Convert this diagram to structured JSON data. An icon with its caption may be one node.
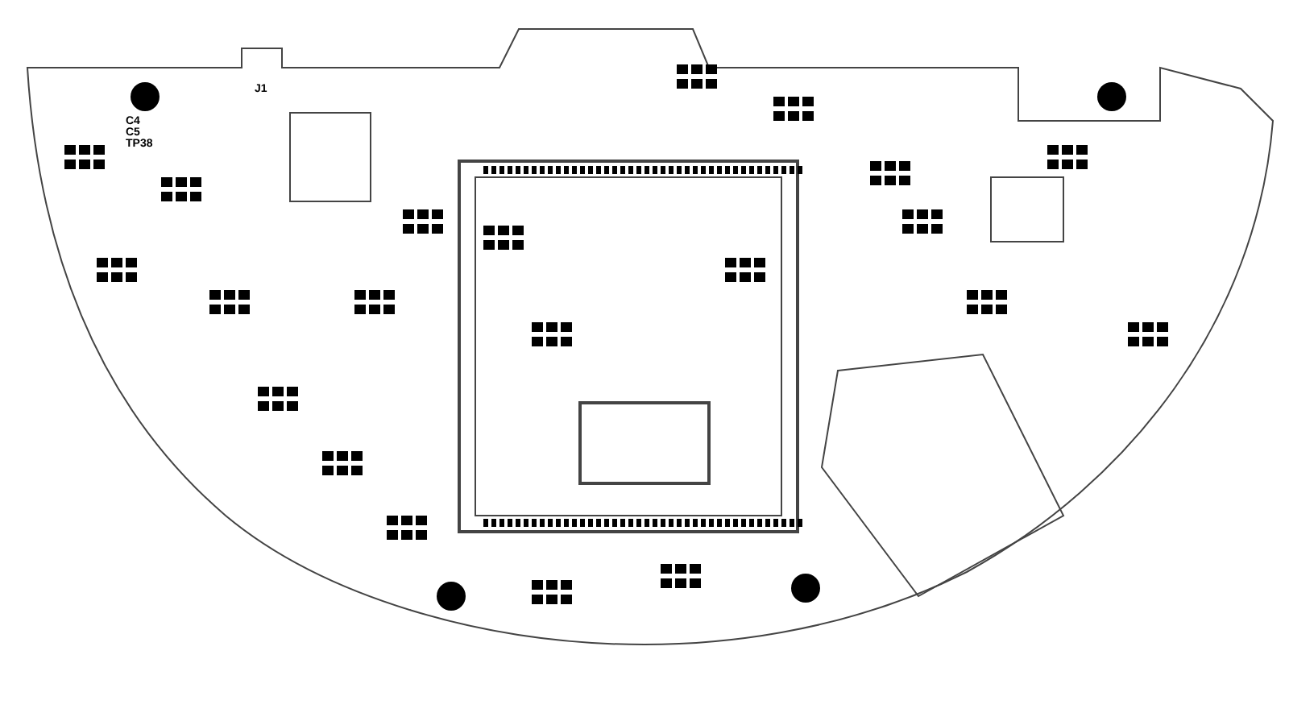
{
  "diagram": {
    "labels": [
      "J1",
      "C4",
      "C5",
      "TP38"
    ]
  }
}
